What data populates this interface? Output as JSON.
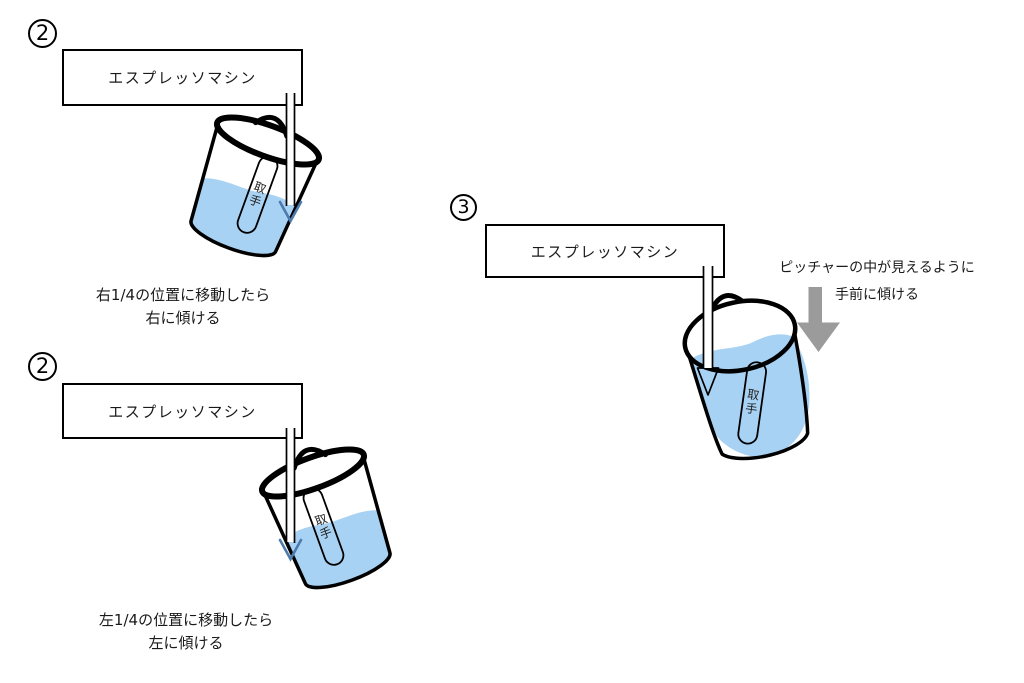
{
  "panels": {
    "top_left": {
      "step_number": "2",
      "machine_label": "エスプレッソマシン",
      "caption_line1": "右1/4の位置に移動したら",
      "caption_line2": "右に傾ける",
      "pitcher_label_char1": "取",
      "pitcher_label_char2": "手"
    },
    "bottom_left": {
      "step_number": "2",
      "machine_label": "エスプレッソマシン",
      "caption_line1": "左1/4の位置に移動したら",
      "caption_line2": "左に傾ける",
      "pitcher_label_char1": "取",
      "pitcher_label_char2": "手"
    },
    "right": {
      "step_number": "3",
      "machine_label": "エスプレッソマシン",
      "annotation_line1": "ピッチャーの中が見えるように",
      "annotation_line2": "手前に傾ける",
      "pitcher_label_char1": "取",
      "pitcher_label_char2": "手"
    }
  },
  "colors": {
    "outline": "#000000",
    "liquid": "#A8D2F4",
    "chevron_arrowhead": "#4E7BAC",
    "tilt_arrow_gray": "#9B9B9B",
    "text": "#1A1A1A"
  }
}
